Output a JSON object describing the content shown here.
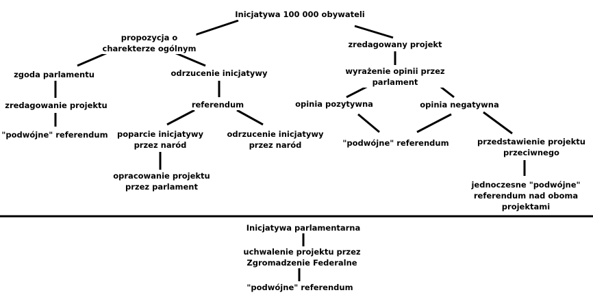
{
  "tree_top": {
    "root": "Inicjatywa 100 000 obywateli",
    "proposal": "propozycja o\ncharekterze ogólnym",
    "consent": "zgoda parlamentu",
    "drafting": "zredagowanie projektu",
    "double_ref_left": "\"podwójne\" referendum",
    "rejection": "odrzucenie inicjatywy",
    "referendum": "referendum",
    "support": "poparcie inicjatywy\nprzez naród",
    "rejection_nation": "odrzucenie inicjatywy\nprzez naród",
    "preparation": "opracowanie projektu\nprzez parlament",
    "drafted_project": "zredagowany projekt",
    "opinion": "wyrażenie opinii przez\nparlament",
    "positive": "opinia pozytywna",
    "negative": "opinia negatywna",
    "double_ref_mid": "\"podwójne\" referendum",
    "counter_project": "przedstawienie projektu\nprzeciwnego",
    "simultaneous": "jednoczesne \"podwójne\"\nreferendum nad oboma\nprojektami"
  },
  "tree_bottom": {
    "root": "Inicjatywa parlamentarna",
    "adoption": "uchwalenie projektu przez\nZgromadzenie Federalne",
    "double_ref": "\"podwójne\" referendum"
  },
  "colors": {
    "line": "#000000",
    "text": "#000000",
    "background": "#ffffff"
  }
}
